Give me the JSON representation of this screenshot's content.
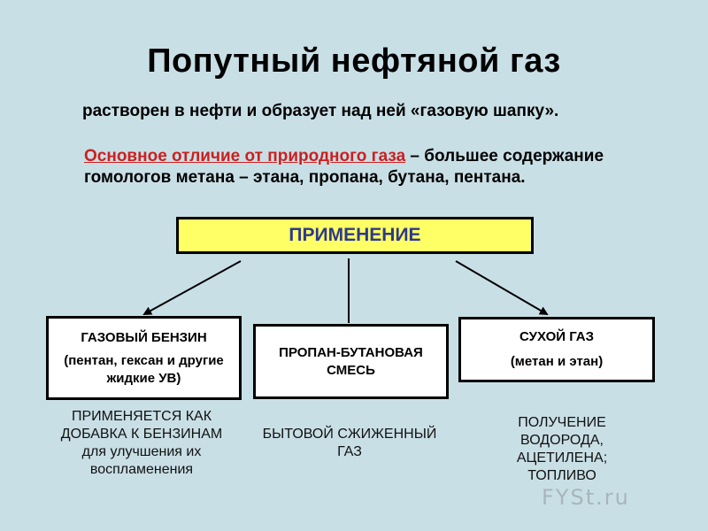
{
  "title": "Попутный нефтяной газ",
  "subtitle": "растворен в нефти и образует над ней «газовую шапку».",
  "definition": {
    "highlight": "Основное отличие от природного газа",
    "rest": " – большее содержание гомологов метана – этана, пропана, бутана, пентана."
  },
  "header_box": "ПРИМЕНЕНИЕ",
  "boxes": [
    {
      "title": "ГАЗОВЫЙ БЕНЗИН",
      "subtitle": "(пентан, гексан и другие жидкие УВ)"
    },
    {
      "title": "ПРОПАН-БУТАНОВАЯ СМЕСЬ",
      "subtitle": ""
    },
    {
      "title": "СУХОЙ ГАЗ",
      "subtitle": "(метан и этан)"
    }
  ],
  "notes": [
    "ПРИМЕНЯЕТСЯ КАК ДОБАВКА К БЕНЗИНАМ для улучшения их воспламенения",
    "БЫТОВОЙ СЖИЖЕННЫЙ ГАЗ",
    "ПОЛУЧЕНИЕ ВОДОРОДА, АЦЕТИЛЕНА; ТОПЛИВО"
  ],
  "watermark": "FYSt.ru"
}
